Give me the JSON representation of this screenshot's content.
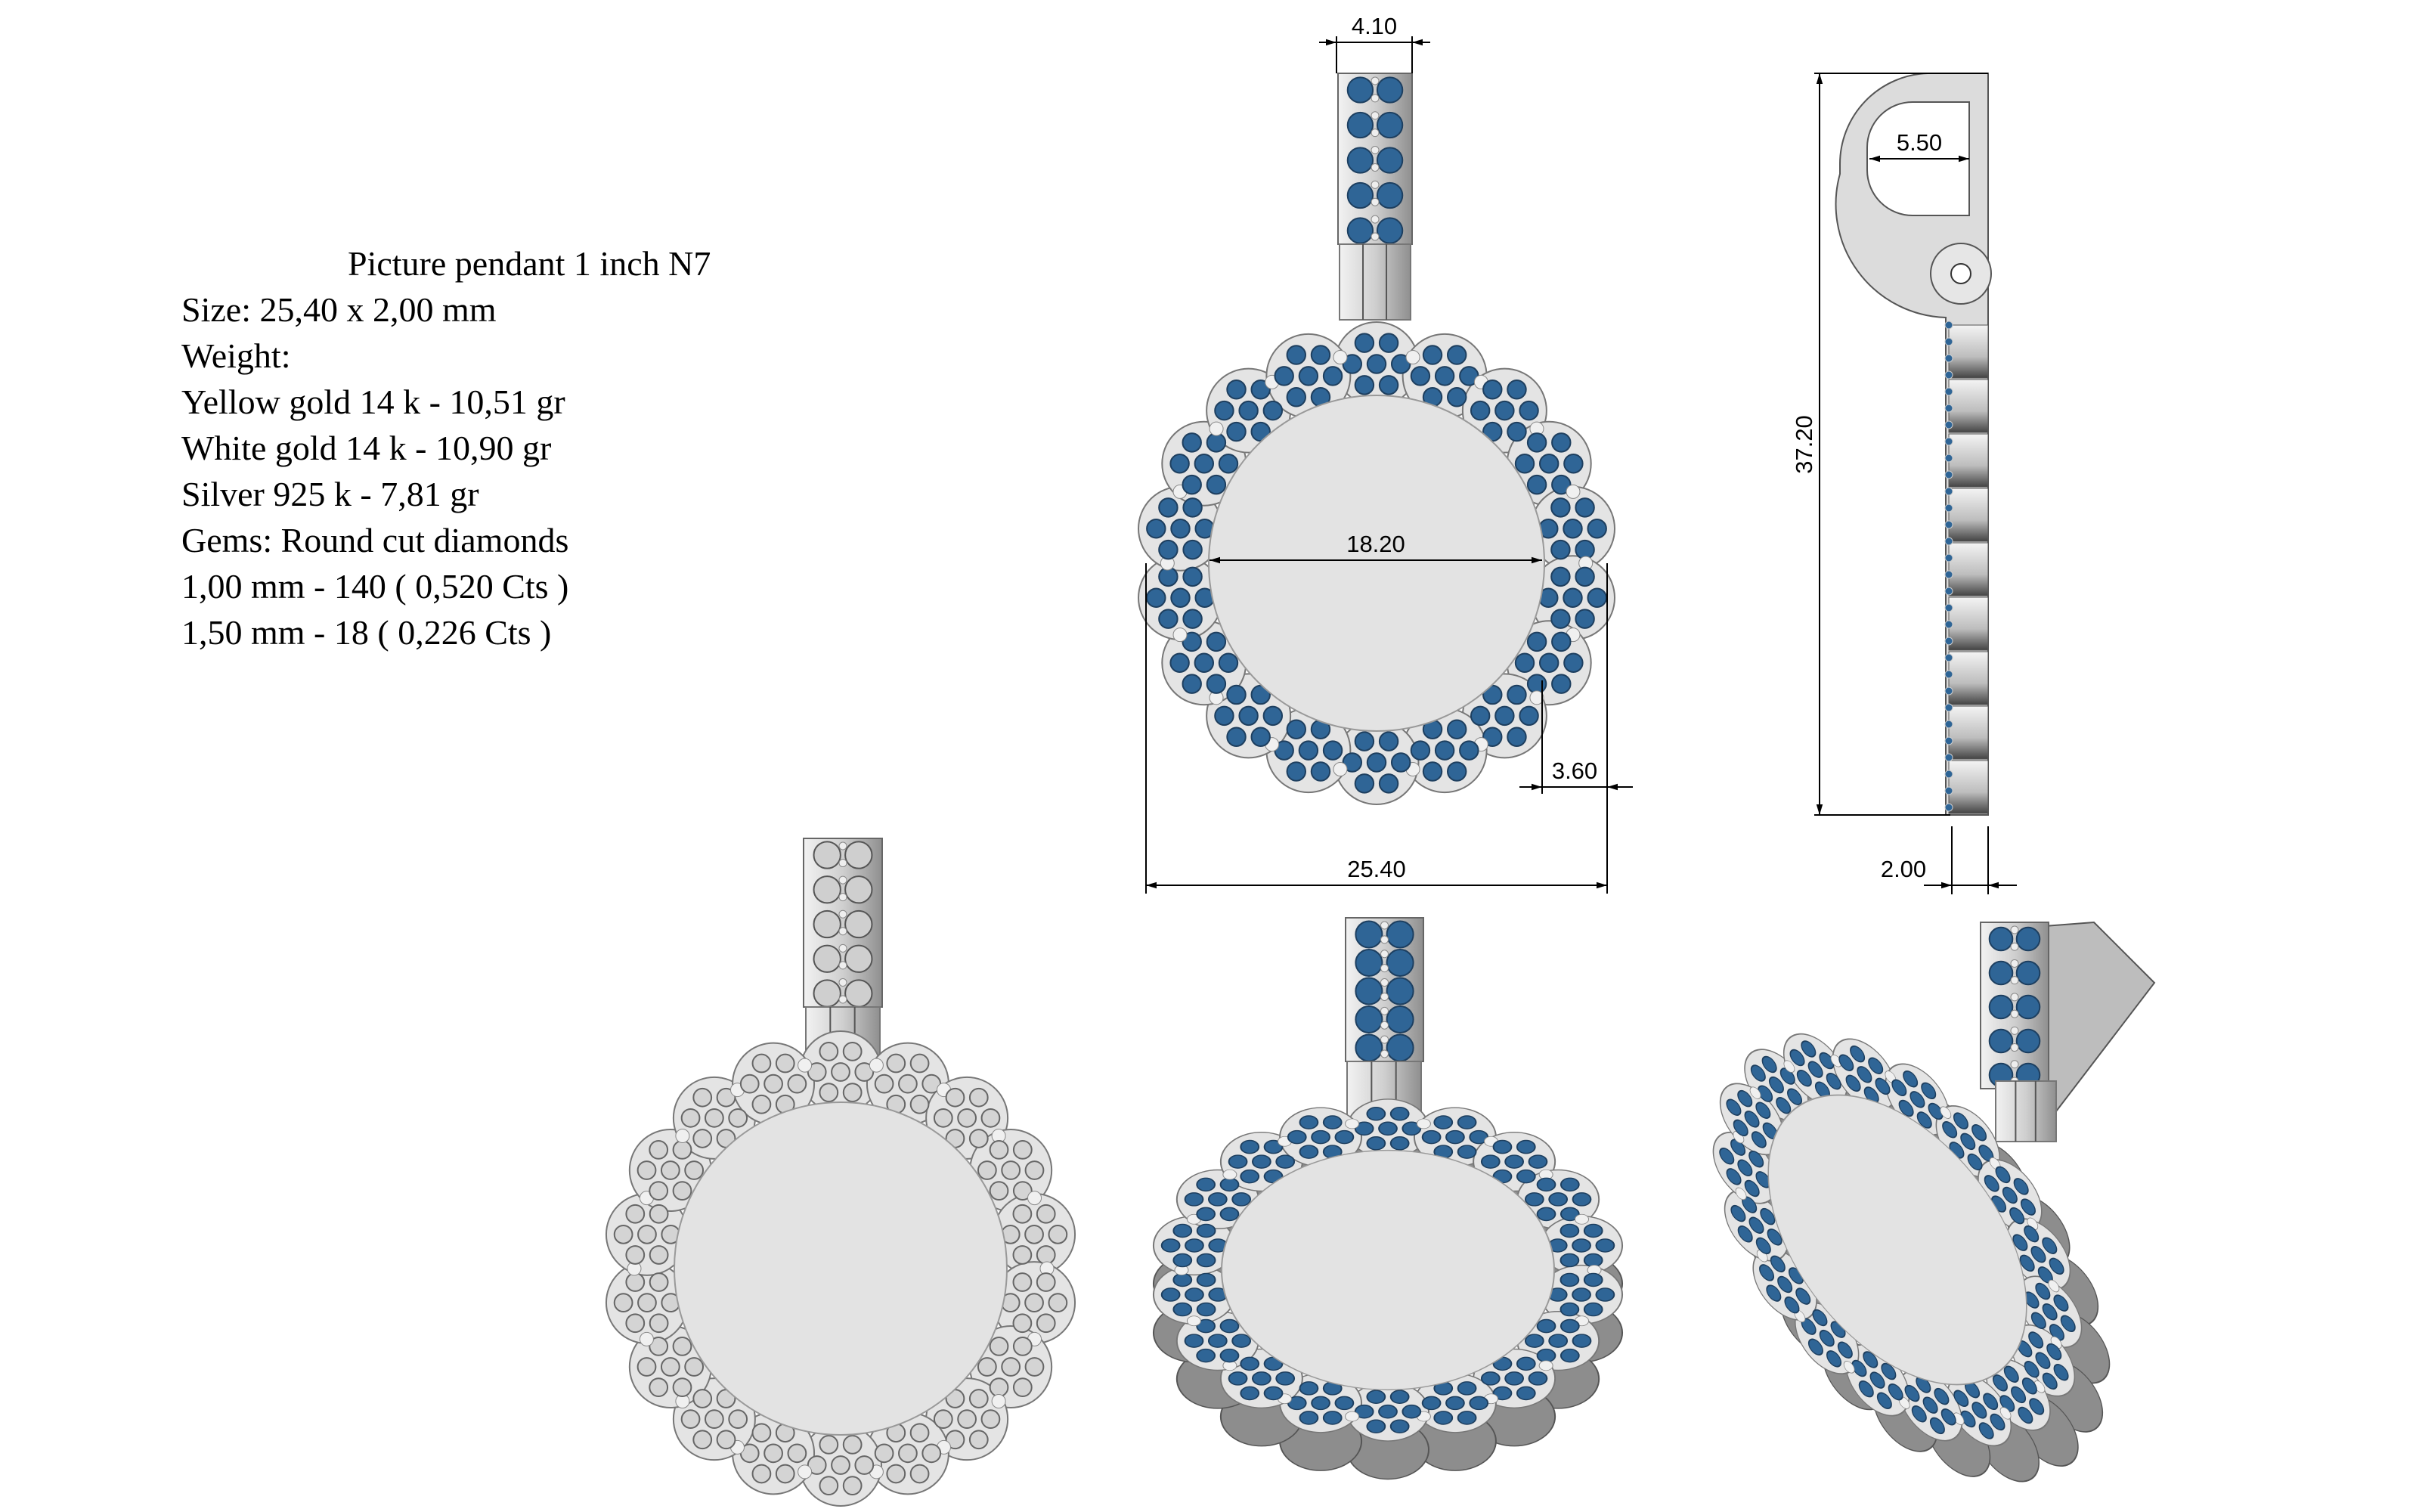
{
  "spec": {
    "title": "Picture pendant  1 inch N7",
    "lines": [
      "Size: 25,40 x 2,00 mm",
      "Weight:",
      "Yellow gold 14 k - 10,51 gr",
      "White gold 14 k - 10,90 gr",
      "Silver 925 k - 7,81 gr",
      "Gems: Round cut diamonds",
      "1,00 mm - 140 ( 0,520 Cts )",
      "1,50 mm - 18 ( 0,226 Cts )"
    ]
  },
  "dimensions": {
    "bail_width": "4.10",
    "inner_diameter": "18.20",
    "frame_width": "3.60",
    "outer_diameter": "25.40",
    "total_height": "37.20",
    "bail_opening": "5.50",
    "thickness": "2.00"
  },
  "colors": {
    "gem": "#2f6596",
    "metal": "#d9d9d9",
    "metal_dark": "#9a9a9a",
    "photo_area": "#e3e3e3"
  }
}
